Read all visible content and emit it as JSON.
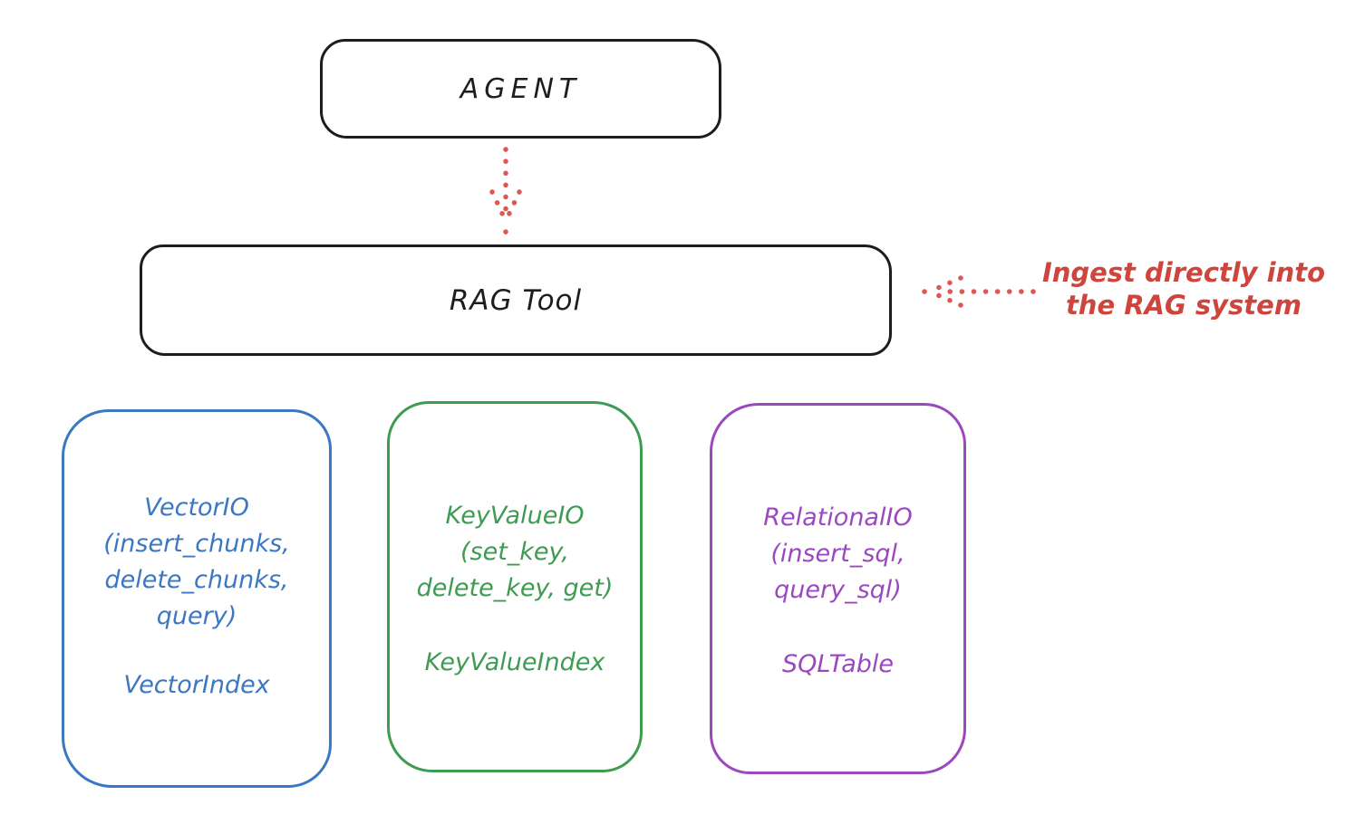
{
  "diagram": {
    "agent_box": {
      "label": "AGENT"
    },
    "rag_box": {
      "label": "RAG Tool"
    },
    "annotation": {
      "line1": "Ingest directly into",
      "line2": "the RAG system"
    },
    "cards": [
      {
        "name": "vector-io",
        "color": "#3b77c2",
        "lines": [
          "VectorIO",
          "(insert_chunks,",
          "delete_chunks,",
          "query)"
        ],
        "footer": "VectorIndex"
      },
      {
        "name": "keyvalue-io",
        "color": "#3f9b52",
        "lines": [
          "KeyValueIO",
          "(set_key,",
          "delete_key, get)"
        ],
        "footer": "KeyValueIndex"
      },
      {
        "name": "relational-io",
        "color": "#9b48c0",
        "lines": [
          "RelationalIO",
          "(insert_sql,",
          "query_sql)"
        ],
        "footer": "SQLTable"
      }
    ],
    "palette": {
      "ink": "#1d1d21",
      "annotation_red": "#cd453c",
      "arrow_red": "#dd5850",
      "blue": "#3b77c2",
      "green": "#3f9b52",
      "purple": "#9b48c0",
      "background": "#ffffff"
    }
  }
}
